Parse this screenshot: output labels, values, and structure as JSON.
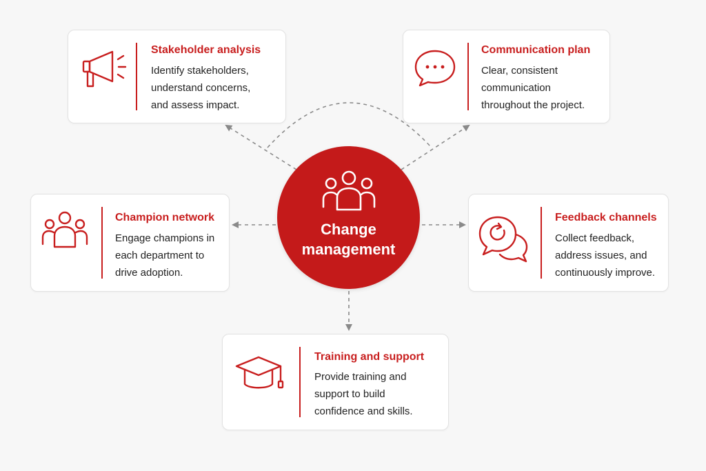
{
  "colors": {
    "accent": "#c81e1e",
    "hub": "#c41a1a",
    "connector": "#8a8a8a"
  },
  "hub": {
    "title": [
      "Change",
      "management"
    ],
    "icon": "group-icon"
  },
  "cards": {
    "stakeholder": {
      "title": "Stakeholder analysis",
      "icon": "megaphone-icon",
      "lines": [
        "Identify stakeholders,",
        "understand concerns,",
        "and assess impact."
      ]
    },
    "communication": {
      "title": "Communication plan",
      "icon": "speech-bubble-icon",
      "lines": [
        "Clear, consistent",
        "communication",
        "throughout the project."
      ]
    },
    "champion": {
      "title": "Champion network",
      "icon": "people-icon",
      "lines": [
        "Engage champions in",
        "each department to",
        "drive adoption."
      ]
    },
    "feedback": {
      "title": "Feedback channels",
      "icon": "feedback-loop-icon",
      "lines": [
        "Collect feedback,",
        "address issues, and",
        "continuously improve."
      ]
    },
    "training": {
      "title": "Training and support",
      "icon": "graduation-cap-icon",
      "lines": [
        "Provide training and",
        "support to build",
        "confidence and skills."
      ]
    }
  }
}
